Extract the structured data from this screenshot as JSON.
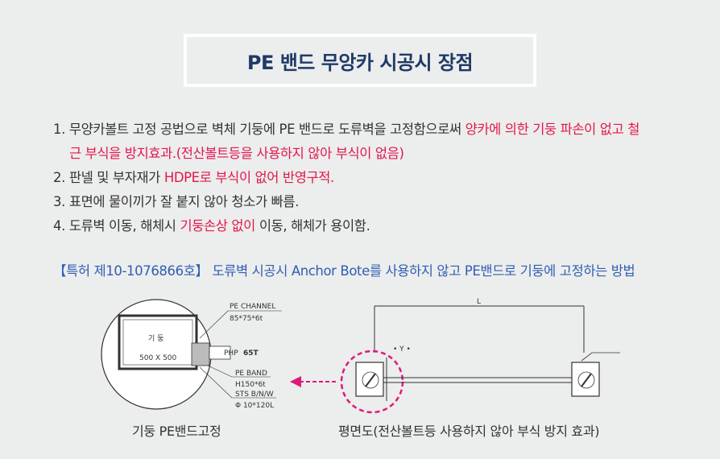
{
  "title": "PE 밴드 무앙카 시공시 장점",
  "items": [
    {
      "num": "1.",
      "text_a": "무양카볼트 고정 공법으로 벽체 기둥에 PE 밴드로 도류벽을 고정함으로써 ",
      "red_a": "양카에 의한 기둥 파손이 없고 철",
      "red_b": "근 부식을 방지효과.(전산볼트등을 사용하지 않아 부식이 없음)"
    },
    {
      "num": "2.",
      "text_a": "판넬 및 부자재가 ",
      "red_a": "HDPE로 부식이 없어 반영구적."
    },
    {
      "num": "3.",
      "text_a": "표면에 물이끼가 잘 붙지 않아 청소가 빠름."
    },
    {
      "num": "4.",
      "text_a": "도류벽 이동, 해체시 ",
      "red_a": "기둥손상 없이",
      "text_b": " 이동, 해체가 용이함."
    }
  ],
  "patent": "【특허 제10-1076866호】 도류벽 시공시 Anchor Bote를 사용하지 않고 PE밴드로 기둥에 고정하는 방법",
  "diagram_left": {
    "column_label": "기 둥",
    "column_size": "500 X 500",
    "pe_channel": "PE CHANNEL",
    "pe_channel_size": "85*75*6t",
    "php": "PHP",
    "php_size": "65T",
    "pe_band": "PE BAND",
    "pe_band_size": "H150*6t",
    "bolt": "STS B/N/W",
    "bolt_size": "Φ 10*120L",
    "caption": "기둥 PE밴드고정"
  },
  "diagram_right": {
    "length_label": "L",
    "caption": "평면도(전산볼트등 사용하지 않아 부식 방지 효과)"
  },
  "colors": {
    "title": "#1f3a66",
    "accent_red": "#e3174b",
    "patent_blue": "#2f5fb3",
    "marker": "#e0187a"
  }
}
